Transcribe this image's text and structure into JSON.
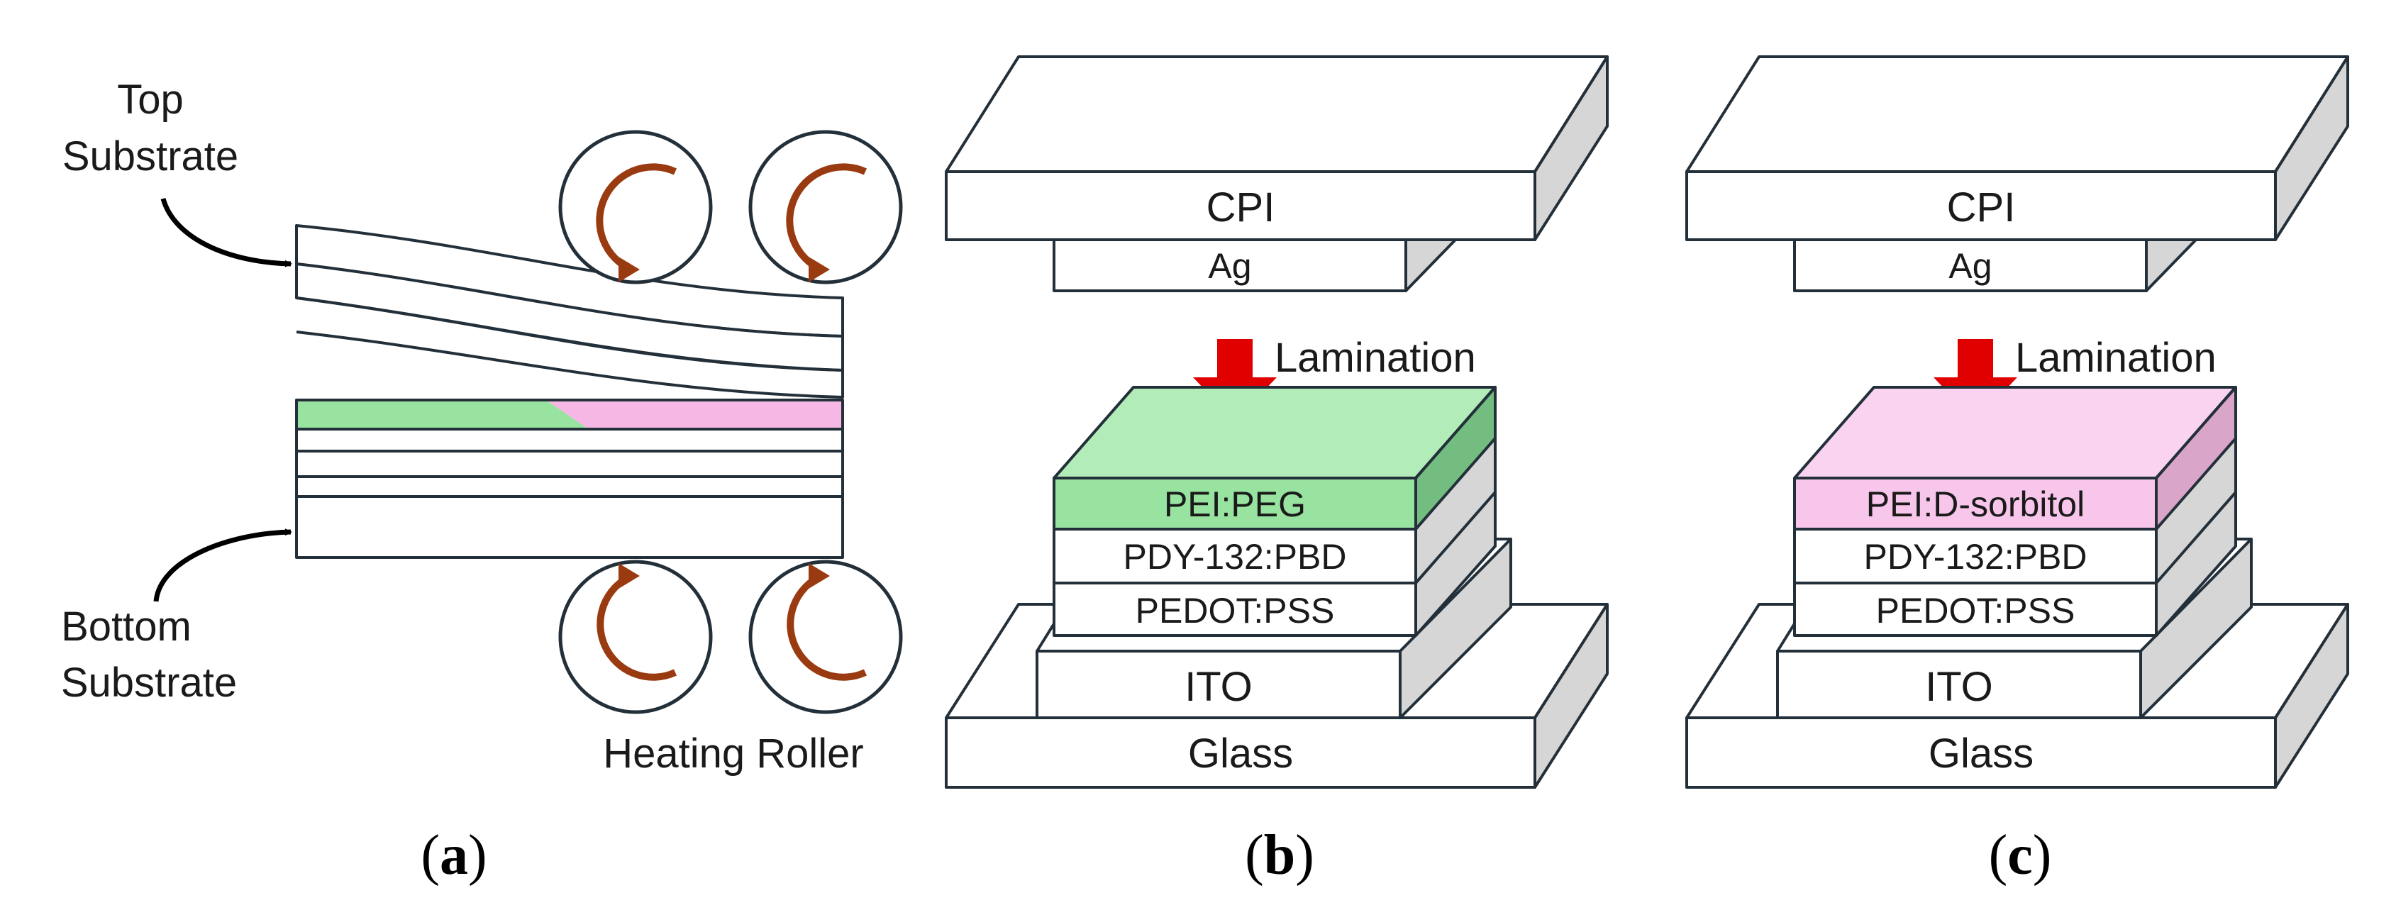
{
  "panel_a": {
    "top_substrate_line1": "Top",
    "top_substrate_line2": "Substrate",
    "bottom_substrate_line1": "Bottom",
    "bottom_substrate_line2": "Substrate",
    "heating_roller": "Heating Roller",
    "caption_open": "(",
    "caption_letter": "a",
    "caption_close": ")"
  },
  "panel_b": {
    "top_layers": [
      "CPI",
      "Ag"
    ],
    "lamination": "Lamination",
    "stack_layers": [
      "PEI:PEG",
      "PDY-132:PBD",
      "PEDOT:PSS",
      "ITO",
      "Glass"
    ],
    "caption_open": "(",
    "caption_letter": "b",
    "caption_close": ")"
  },
  "panel_c": {
    "top_layers": [
      "CPI",
      "Ag"
    ],
    "lamination": "Lamination",
    "stack_layers": [
      "PEI:D-sorbitol",
      "PDY-132:PBD",
      "PEDOT:PSS",
      "ITO",
      "Glass"
    ],
    "caption_open": "(",
    "caption_letter": "c",
    "caption_close": ")"
  },
  "colors": {
    "peg_green": "#98e3a0",
    "sorbitol_pink": "#f7b7e5",
    "roller_arrow": "#9a3a10",
    "lamination_arrow": "#e00000",
    "side_gray": "#d6d6d6"
  }
}
